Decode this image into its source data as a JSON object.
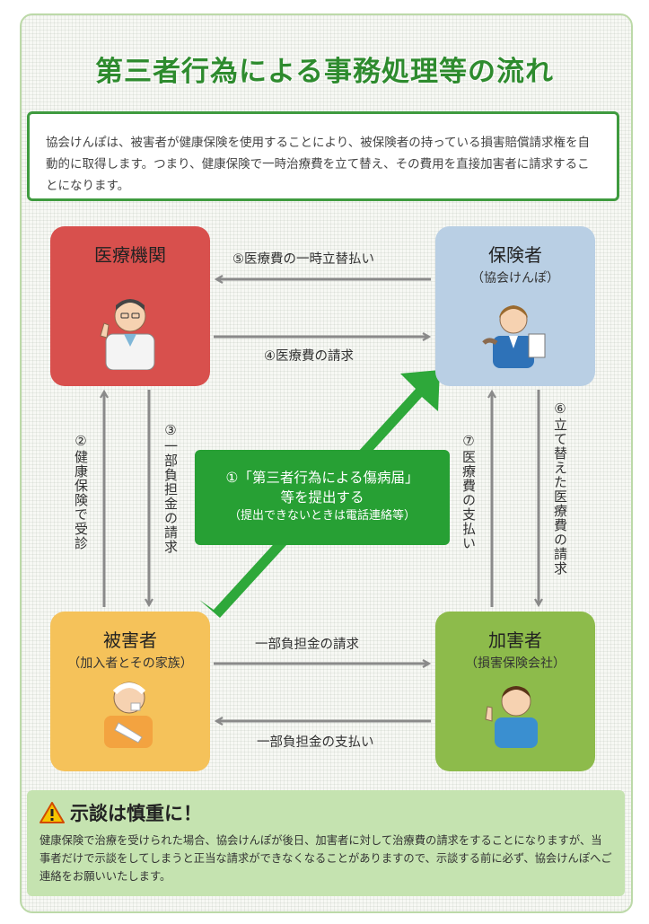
{
  "title": "第三者行為による事務処理等の流れ",
  "intro": "協会けんぽは、被害者が健康保険を使用することにより、被保険者の持っている損害賠償請求権を自動的に取得します。つまり、健康保険で一時治療費を立て替え、その費用を直接加害者に請求することになります。",
  "boxes": {
    "medical": {
      "name": "医療機関",
      "color": "#d8504d"
    },
    "insurer": {
      "name": "保険者",
      "sub": "（協会けんぽ）",
      "color": "#b9cfe4"
    },
    "victim": {
      "name": "被害者",
      "sub": "（加入者とその家族）",
      "color": "#f5c25a"
    },
    "perpetrator": {
      "name": "加害者",
      "sub": "（損害保険会社）",
      "color": "#8dbb4b"
    }
  },
  "flows": {
    "f5": "⑤医療費の一時立替払い",
    "f4": "④医療費の請求",
    "f2": "②健康保険で受診",
    "f3": "③一部負担金の請求",
    "f7": "⑦医療費の支払い",
    "f6": "⑥立て替えた医療費の請求",
    "copay_request": "一部負担金の請求",
    "copay_payment": "一部負担金の支払い"
  },
  "center": {
    "line1": "①「第三者行為による傷病届」",
    "line2": "等を提出する",
    "line3": "（提出できないときは電話連絡等）",
    "color": "#27a034"
  },
  "warning": {
    "title": "示談は慎重に！",
    "icon": "warning-icon",
    "body": "健康保険で治療を受けられた場合、協会けんぽが後日、加害者に対して治療費の請求をすることになりますが、当事者だけで示談をしてしまうと正当な請求ができなくなることがありますので、示談する前に必ず、協会けんぽへご連絡をお願いいたします。"
  }
}
